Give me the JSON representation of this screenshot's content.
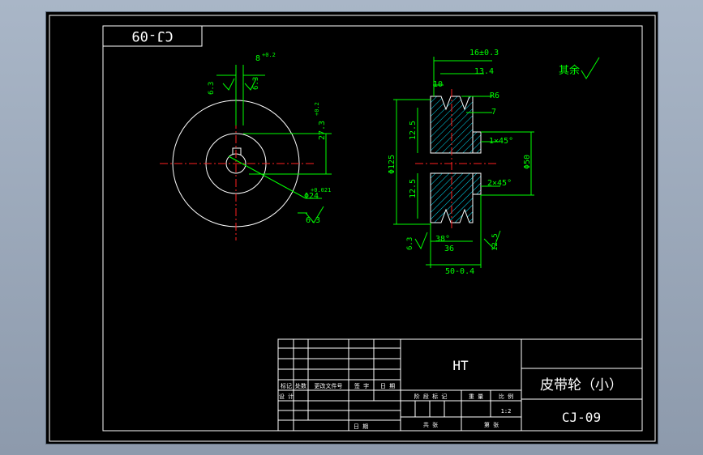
{
  "drawing": {
    "code_box": "CJ-09",
    "title": "皮带轮（小）",
    "code": "CJ-09",
    "material": "HT",
    "scale": "1:2",
    "other_finish": "其余"
  },
  "dims_left": {
    "d1": "8",
    "d1_tol": "+0.2",
    "d2": "27.3",
    "d2_tol": "+0.2",
    "d3": "Φ24",
    "d3_tol": "+0.021",
    "r1": "6.3",
    "r2": "6.3",
    "r3": "6.3"
  },
  "dims_right": {
    "w1": "16±0.3",
    "w2": "13.4",
    "w3": "10",
    "w4": "R6",
    "w5": "7",
    "h1": "12.5",
    "h2": "12.5",
    "chamfer1": "1×45°",
    "chamfer2": "2×45°",
    "dia1": "Φ125",
    "dia2": "Φ50",
    "angle": "38°",
    "w6": "36",
    "w7": "50-0.4",
    "r1": "6.3",
    "r2": "12.5"
  },
  "titleblock": {
    "h_mark": "标记",
    "h_count": "处数",
    "h_doc": "更改文件号",
    "h_sign": "签 字",
    "h_date": "日 期",
    "design": "设 计",
    "date": "日 期",
    "stage": "阶 段 标 记",
    "weight": "重 量",
    "scale_label": "比 例",
    "sheets": "共 张",
    "sheet": "第 张"
  }
}
